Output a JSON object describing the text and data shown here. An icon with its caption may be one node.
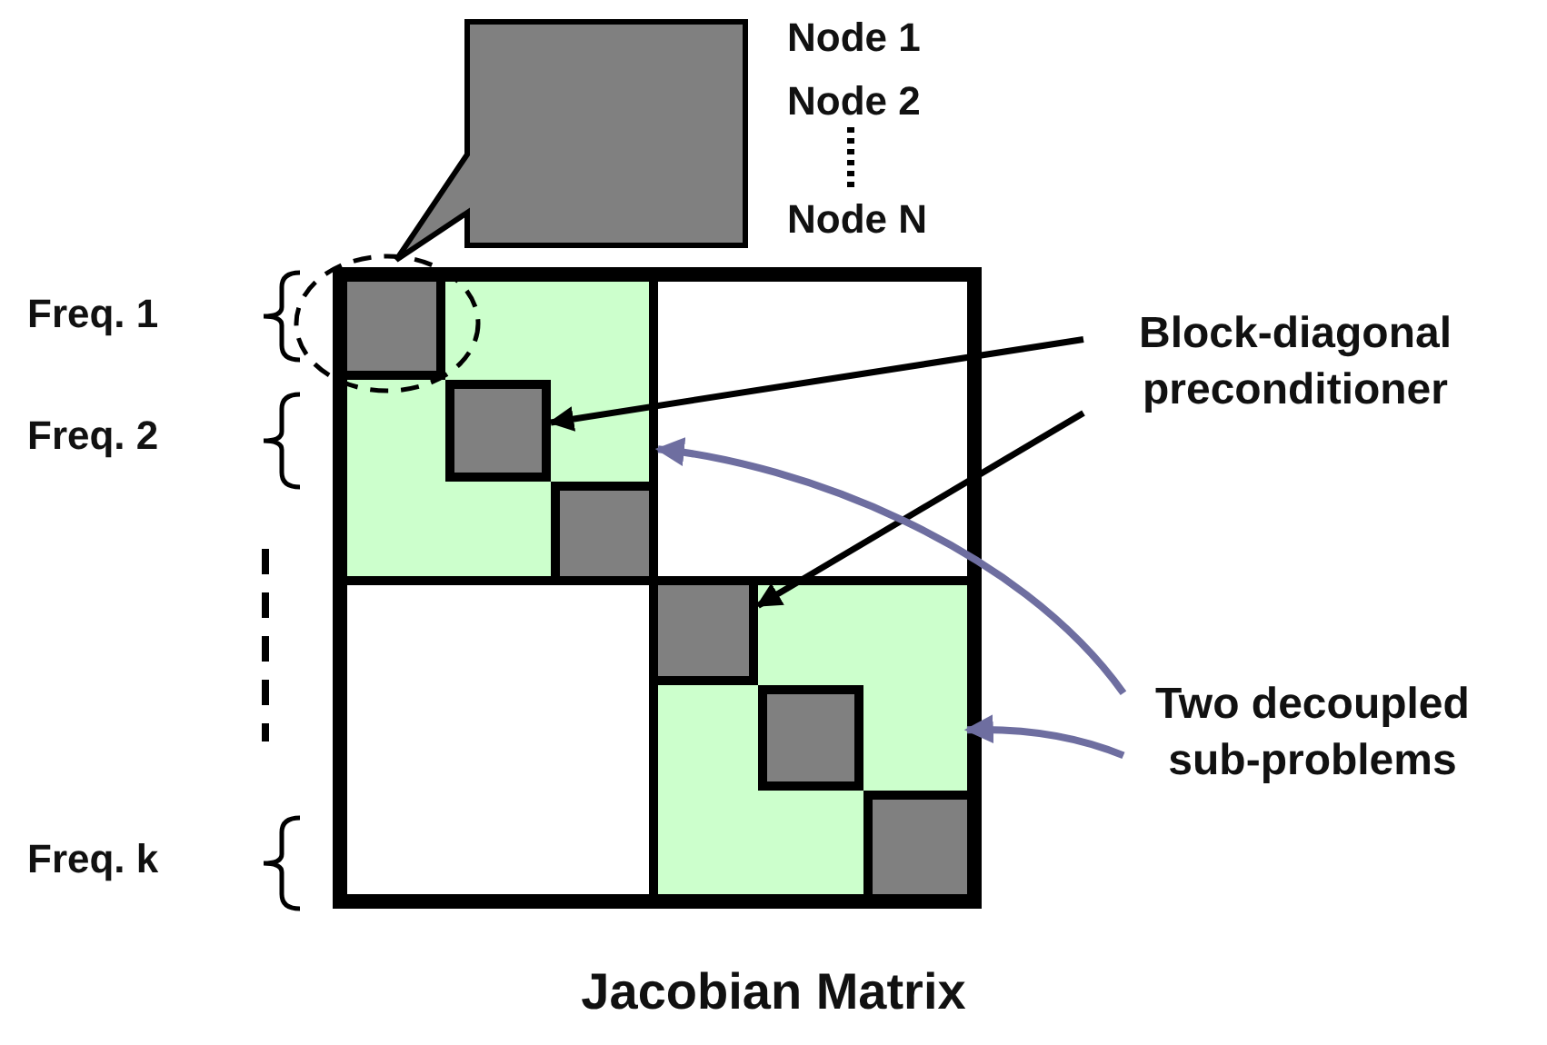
{
  "diagram": {
    "caption": "Jacobian Matrix",
    "nodes": [
      {
        "text": [],
        "shape": "box"
      },
      {
        "text": [],
        "shape": "box",
        "in": 0
      },
      {
        "text": [],
        "shape": "box",
        "in": 0
      },
      {
        "text": [],
        "shape": "box",
        "in": 0
      },
      {
        "text": [],
        "shape": "box"
      },
      {
        "text": [],
        "shape": "box",
        "in": 4
      },
      {
        "text": [],
        "shape": "box",
        "in": 4
      },
      {
        "text": [],
        "shape": "box",
        "in": 4
      },
      {
        "text": [
          "Block-diagonal preconditioner"
        ]
      },
      {
        "text": [
          "Two decoupled sub-problems"
        ]
      }
    ],
    "edges": [
      {
        "from": 8,
        "to": 2,
        "arrow": "to"
      },
      {
        "from": 8,
        "to": 5,
        "arrow": "to"
      },
      {
        "from": 9,
        "to": 4,
        "arrow": "to",
        "color": "#6e6ea0"
      },
      {
        "from": 9,
        "to": 0,
        "arrow": "to",
        "color": "#6e6ea0"
      }
    ],
    "labels": [
      "Node 1",
      "Node 2",
      "Node N",
      "Freq. 1",
      "Freq. 2",
      "Freq. k"
    ]
  }
}
